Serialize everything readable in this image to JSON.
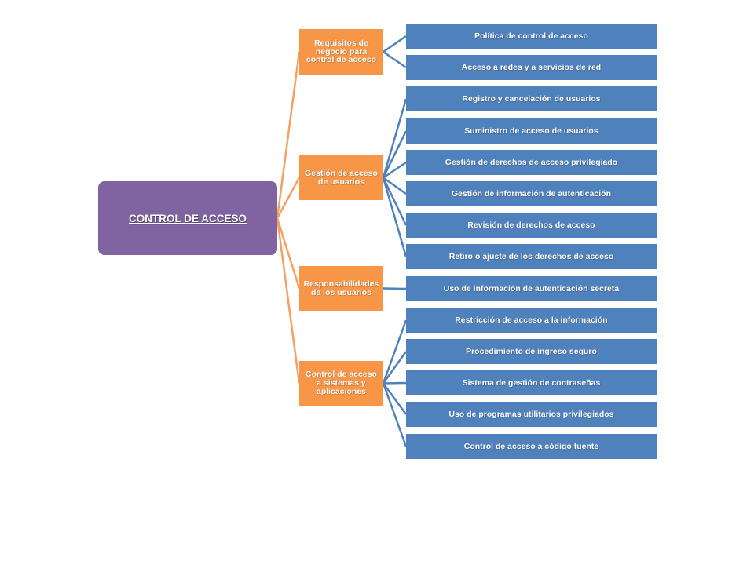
{
  "diagram": {
    "root": {
      "label": "CONTROL DE ACCESO"
    },
    "categories": [
      {
        "label": "Requisitos de negocio para control de acceso",
        "items": [
          "Política de control de acceso",
          "Acceso a redes y a servicios de red"
        ]
      },
      {
        "label": "Gestión de acceso de usuarios",
        "items": [
          "Registro y cancelación de usuarios",
          "Suministro de acceso de usuarios",
          "Gestión de derechos de acceso privilegiado",
          "Gestión de información de autenticación",
          "Revisión de derechos de acceso",
          "Retiro o ajuste de los derechos de acceso"
        ]
      },
      {
        "label": "Responsabilidades de los usuarios",
        "items": [
          "Uso de información de autenticación secreta"
        ]
      },
      {
        "label": "Control de acceso a sistemas y aplicaciones",
        "items": [
          "Restricción de acceso a la información",
          "Procedimiento de ingreso seguro",
          "Sistema de gestión de contraseñas",
          "Uso de programas utilitarios privilegiados",
          "Control de acceso a código fuente"
        ]
      }
    ],
    "colors": {
      "root": "#8064a2",
      "category": "#f79646",
      "leaf": "#4f81bd",
      "root_connector": "#f4a062",
      "leaf_connector": "#4f81bd"
    }
  }
}
